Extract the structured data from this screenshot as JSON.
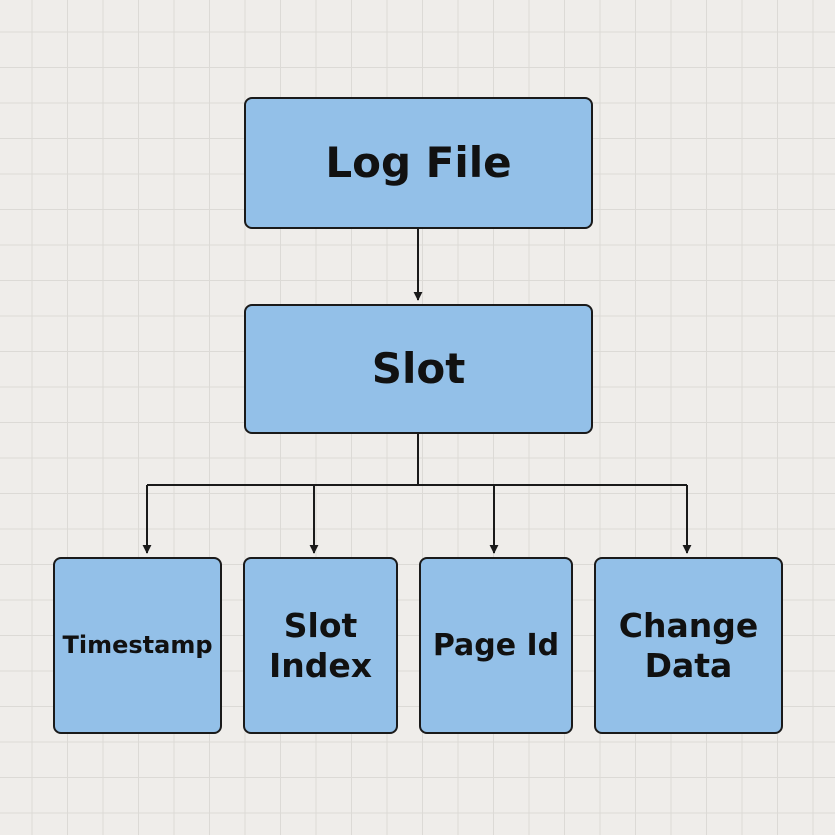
{
  "nodes": {
    "log_file": "Log File",
    "slot": "Slot",
    "timestamp": "Timestamp",
    "slot_index": "Slot\nIndex",
    "page_id": "Page Id",
    "change_data": "Change\nData"
  },
  "colors": {
    "node_fill": "#93c0e8",
    "node_border": "#1a1a1a",
    "connector": "#1a1a1a",
    "background": "#efedea",
    "grid": "#dcdad6"
  }
}
